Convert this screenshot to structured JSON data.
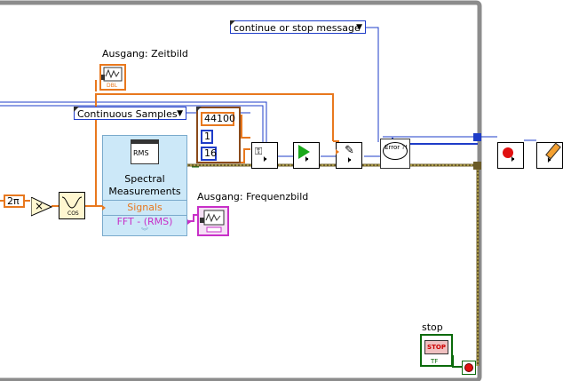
{
  "diagram": {
    "continue_stop_ring": "continue or stop message",
    "sample_mode_ring": "Continuous Samples",
    "zeitbild_label": "Ausgang: Zeitbild",
    "frequenzbild_label": "Ausgang: Frequenzbild",
    "stop_label": "stop",
    "rate_constant": "44100",
    "channels_constant": "1",
    "bits_constant": "16",
    "two_pi_constant": "2π",
    "dbl_badge": "DBL",
    "tf_badge": "TF",
    "stop_button_text": "STOP",
    "cos_badge": "COS",
    "multiply_symbol": "×",
    "error_text": "Error ?!",
    "spectral": {
      "icon_text": "RMS",
      "title_line1": "Spectral",
      "title_line2": "Measurements",
      "term_signals": "Signals",
      "term_fft": "FFT - (RMS)"
    }
  },
  "colors": {
    "orange_wire": "#e8781e",
    "blue_wire": "#1e3cc8",
    "dynamic_wire": "#6b5b28",
    "loop_border": "#8c8c8c",
    "express_bg": "#cce8f8",
    "pink_term": "#c830c8"
  }
}
